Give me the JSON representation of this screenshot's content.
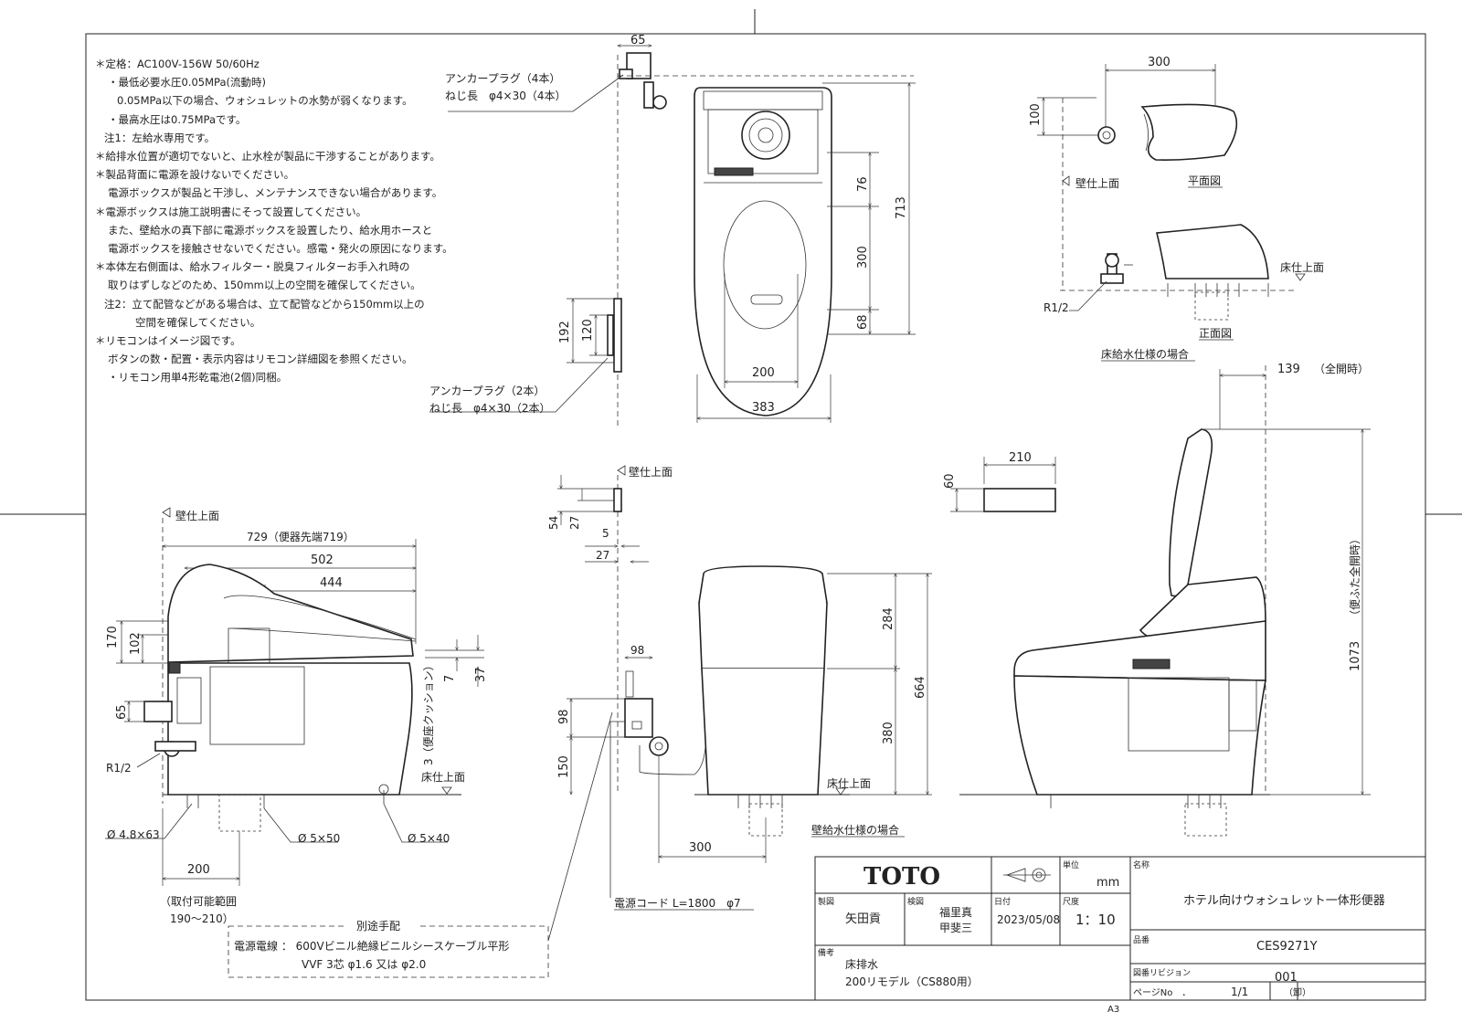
{
  "notes": [
    "＊定格：AC100V-156W 50/60Hz",
    "・最低必要水圧0.05MPa(流動時)",
    "0.05MPa以下の場合、ウォシュレットの水勢が弱くなります。",
    "・最高水圧は0.75MPaです。",
    "注1：左給水専用です。",
    "＊給排水位置が適切でないと、止水栓が製品に干渉することがあります。",
    "＊製品背面に電源を設けないでください。",
    "電源ボックスが製品と干渉し、メンテナンスできない場合があります。",
    "＊電源ボックスは施工説明書にそって設置してください。",
    "また、壁給水の真下部に電源ボックスを設置したり、給水用ホースと",
    "電源ボックスを接触させないでください。感電・発火の原因になります。",
    "＊本体左右側面は、給水フィルター・脱臭フィルターお手入れ時の",
    "取りはずしなどのため、150mm以上の空間を確保してください。",
    "注2：立て配管などがある場合は、立て配管などから150mm以上の",
    "空間を確保してください。",
    "＊リモコンはイメージ図です。",
    "ボタンの数・配置・表示内容はリモコン詳細図を参照ください。",
    "・リモコン用単4形乾電池(2個)同梱。"
  ],
  "labels": {
    "anchor4_line1": "アンカープラグ（4本）",
    "anchor4_line2": "ねじ長　φ4×30（4本）",
    "anchor2_line1": "アンカープラグ（2本）",
    "anchor2_line2": "ねじ長　φ4×30（2本）",
    "wall_surface": "壁仕上面",
    "floor_surface": "床仕上面",
    "plan_view": "平面図",
    "front_view": "正面図",
    "floor_supply_case": "床給水仕様の場合",
    "wall_supply_case": "壁給水仕様の場合",
    "r12": "R1/2",
    "seat_cushion": "3（便座クッション）",
    "toilet_tip": "729（便器先端719）",
    "phi48": "Ø 4.8×63",
    "phi550": "Ø 5×50",
    "phi540": "Ø 5×40",
    "install_range1": "（取付可能範囲",
    "install_range2": "190～210）",
    "power_cord": "電源コード L=1800　φ7",
    "full_open": "（全開時）",
    "lid_full_open": "（便ふた全開時）",
    "separate_title": "別途手配",
    "separate_line1": "電源電線 ： 600Vビニル絶縁ビニルシースケーブル平形",
    "separate_line2": "VVF 3芯 φ1.6 又は φ2.0",
    "sheet_size": "A3"
  },
  "dims": {
    "d65": "65",
    "d713": "713",
    "d76": "76",
    "d300": "300",
    "d68": "68",
    "d200": "200",
    "d383": "383",
    "d192": "192",
    "d120": "120",
    "p300": "300",
    "p100": "100",
    "s502": "502",
    "s444": "444",
    "s170": "170",
    "s102": "102",
    "s65": "65",
    "s7": "7",
    "s37": "37",
    "s200": "200",
    "f54": "54",
    "f27a": "27",
    "f5": "5",
    "f27b": "27",
    "f98w": "98",
    "f98h": "98",
    "f150": "150",
    "f284": "284",
    "f380": "380",
    "f664": "664",
    "f300": "300",
    "r139": "139",
    "r1073": "1073",
    "r210": "210",
    "r60": "60"
  },
  "title_block": {
    "logo": "TOTO",
    "unit_label": "単位",
    "unit": "mm",
    "name_label": "名称",
    "name": "ホテル向けウォシュレット一体形便器",
    "made_label": "製図",
    "made": "矢田貢",
    "check_label": "検図",
    "check1": "福里真",
    "check2": "甲斐三",
    "date_label": "日付",
    "date": "2023/05/08",
    "scale_label": "尺度",
    "scale": "1：10",
    "model_label": "品番",
    "model": "CES9271Y",
    "note_label": "備考",
    "note1": "床排水",
    "note2": "200リモデル（CS880用）",
    "rev_label": "図番リビジョン",
    "rev": "001",
    "page_label": "ページNo　．",
    "page": "1/1",
    "page_suffix": "（卸）"
  }
}
